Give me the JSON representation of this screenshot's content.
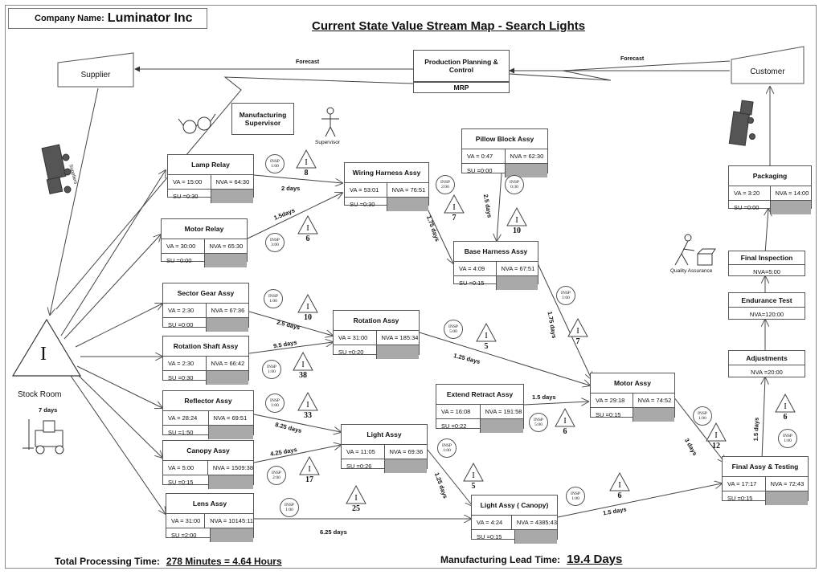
{
  "header": {
    "company_label": "Company Name:",
    "company_name": "Luminator Inc",
    "title": "Current State Value Stream Map -  Search Lights"
  },
  "nodes": {
    "supplier": "Supplier",
    "customer": "Customer",
    "ppc": "Production Planning & Control",
    "mrp": "MRP",
    "supervisor_box": "Manufacturing Supervisor",
    "supervisor_icon": "Supervisor",
    "suppliers_truck": "Suppliers",
    "qa": "Quality Assurance",
    "stock_room": "Stock Room",
    "stock_days": "7 days",
    "stock_symbol": "I"
  },
  "flows": {
    "forecast_left": "Forecast",
    "forecast_right": "Forecast"
  },
  "processes": {
    "lamp_relay": {
      "name": "Lamp Relay",
      "va": "VA = 15:00",
      "nva": "NVA = 64:30",
      "su": "SU =0:30"
    },
    "motor_relay": {
      "name": "Motor Relay",
      "va": "VA = 30:00",
      "nva": "NVA = 65:30",
      "su": "SU =0:00"
    },
    "wiring_harness": {
      "name": "Wiring Harness Assy",
      "va": "VA = 53:01",
      "nva": "NVA = 76:51",
      "su": "SU =0:30"
    },
    "pillow_block": {
      "name": "Pillow Block Assy",
      "va": "VA = 0:47",
      "nva": "NVA = 62:30",
      "su": "SU =0:00"
    },
    "base_harness": {
      "name": "Base Harness Assy",
      "va": "VA = 4:09",
      "nva": "NVA = 67:51",
      "su": "SU =0:15"
    },
    "sector_gear": {
      "name": "Sector Gear Assy",
      "va": "VA = 2:30",
      "nva": "NVA = 67:36",
      "su": "SU =0:00"
    },
    "rotation_shaft": {
      "name": "Rotation Shaft Assy",
      "va": "VA = 2:30",
      "nva": "NVA = 66:42",
      "su": "SU =0:30"
    },
    "rotation": {
      "name": "Rotation Assy",
      "va": "VA = 31:00",
      "nva": "NVA = 185:34",
      "su": "SU =0:20"
    },
    "reflector": {
      "name": "Reflector Assy",
      "va": "VA = 28:24",
      "nva": "NVA = 69:51",
      "su": "SU =1:50"
    },
    "canopy": {
      "name": "Canopy Assy",
      "va": "VA = 5:00",
      "nva": "NVA = 1509:38",
      "su": "SU =0:15"
    },
    "lens": {
      "name": "Lens Assy",
      "va": "VA = 31:00",
      "nva": "NVA = 10145:11",
      "su": "SU =2:00"
    },
    "light": {
      "name": "Light  Assy",
      "va": "VA = 11:05",
      "nva": "NVA = 69:36",
      "su": "SU =0:26"
    },
    "light_canopy": {
      "name": "Light  Assy ( Canopy)",
      "va": "VA = 4:24",
      "nva": "NVA = 4385:43",
      "su": "SU =0:15"
    },
    "extend_retract": {
      "name": "Extend Retract Assy",
      "va": "VA = 16:08",
      "nva": "NVA = 191:58",
      "su": "SU =0:22"
    },
    "motor": {
      "name": "Motor Assy",
      "va": "VA = 29:18",
      "nva": "NVA = 74:52",
      "su": "SU =0:15"
    },
    "final_assy": {
      "name": "Final  Assy & Testing",
      "va": "VA = 17:17",
      "nva": "NVA = 72:43",
      "su": "SU =0:15"
    },
    "adjustments": {
      "name": "Adjustments",
      "nva": "NVA =20:00"
    },
    "endurance": {
      "name": "Endurance Test",
      "nva": "NVA=120:00"
    },
    "final_inspection": {
      "name": "Final Inspection",
      "nva": "NVA=5:00"
    },
    "packaging": {
      "name": "Packaging",
      "va": "VA = 3:20",
      "nva": "NVA = 14:00",
      "su": "SU =0:00"
    }
  },
  "times": {
    "lamp_to_wiring": "2 days",
    "motor_to_wiring": "1.5days",
    "wiring_to_base": "1.75 days",
    "pillow_to_base": "2.5 days",
    "base_to_motor": "1.75 days",
    "sector_to_rotation": "2.5 days",
    "shaft_to_rotation": "9.5 days",
    "rotation_to_motor": "1.25 days",
    "reflector_to_light": "8.25 days",
    "canopy_to_light": "4.25 days",
    "extend_to_motor": "1.5 days",
    "light_to_canopy": "1.25 days",
    "lens_to_canopy": "6.25 days",
    "canopy_to_final": "1.5 days",
    "motor_to_final": "3 days",
    "final_to_adjust": "1.5 days"
  },
  "insp": {
    "label": "INSP"
  },
  "insp_times": {
    "lamp": "1:00",
    "motor_relay": "3:00",
    "wiring": "2:00",
    "pillow": "0:30",
    "sector": "1:00",
    "shaft": "1:00",
    "rotation": "5:00",
    "reflector": "1:00",
    "canopy": "2:00",
    "lens": "1:00",
    "light": "1:00",
    "extend": "5:00",
    "light_canopy": "1:00",
    "base": "1:00",
    "motor": "1:00",
    "final": "1:00"
  },
  "inventory": {
    "symbol": "I",
    "lamp": "8",
    "motor_relay": "6",
    "wiring": "7",
    "pillow": "10",
    "sector": "10",
    "shaft": "38",
    "rotation": "5",
    "reflector": "33",
    "canopy": "17",
    "lens": "25",
    "light": "5",
    "extend": "6",
    "light_canopy": "6",
    "base": "7",
    "motor": "12",
    "final": "6"
  },
  "footer": {
    "tpt_label": "Total Processing Time:",
    "tpt_value": "278 Minutes = 4.64 Hours",
    "mlt_label": "Manufacturing Lead Time:",
    "mlt_value": "19.4 Days"
  }
}
